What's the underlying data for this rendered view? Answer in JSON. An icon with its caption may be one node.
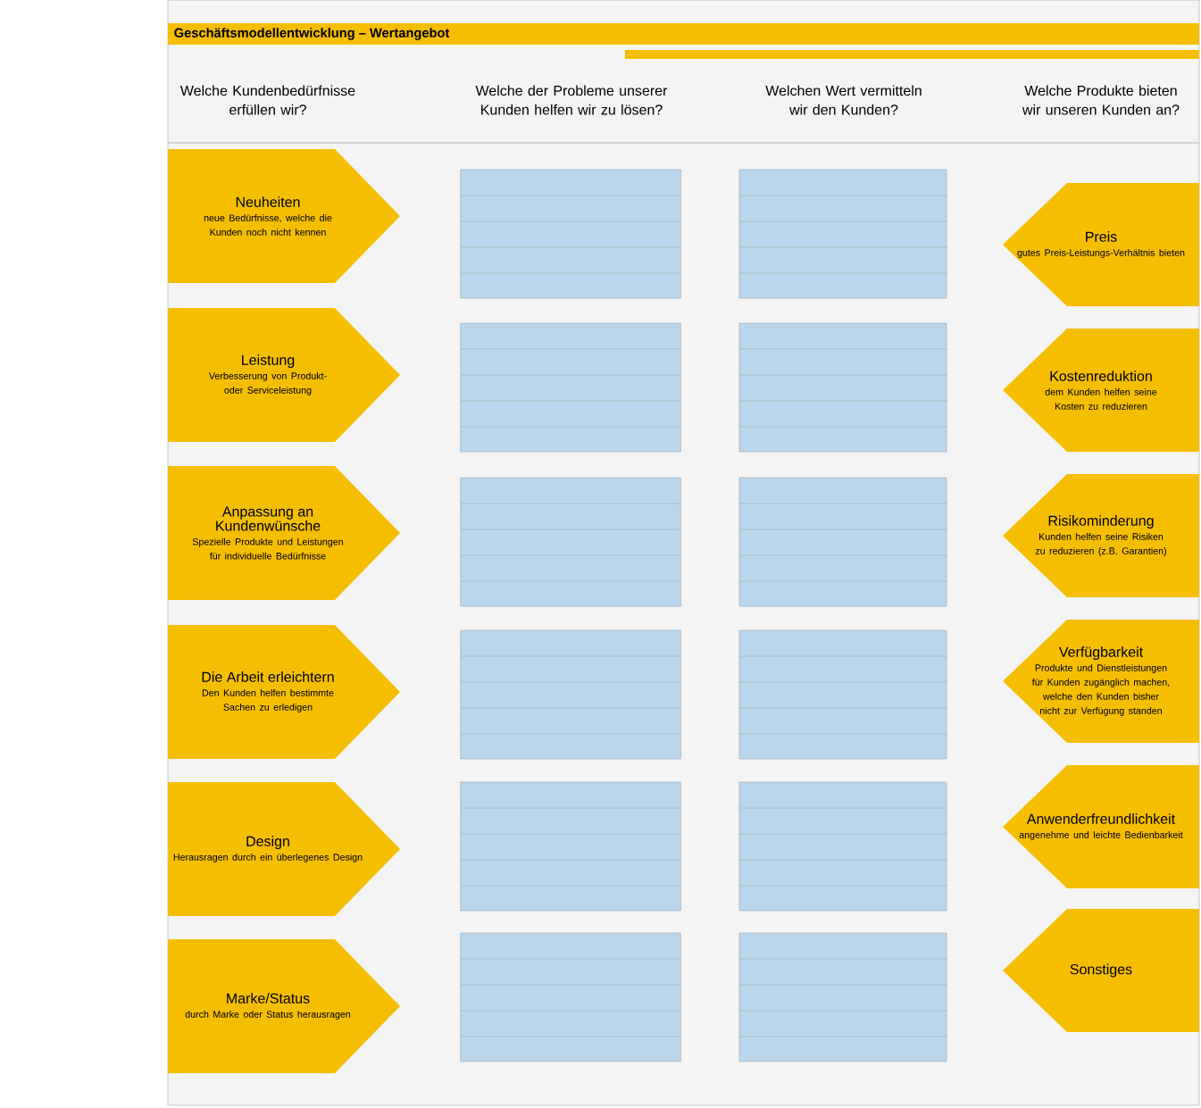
{
  "diagram": {
    "title": "Geschäftsmodellentwicklung – Wertangebot",
    "nodes": [
      {
        "text": [
          "Neuheiten",
          "neue Bedürfnisse, welche die Kunden noch nicht kennen"
        ]
      },
      {
        "text": [
          "Leistung",
          "Verbesserung von Produkt- oder Serviceleistung"
        ]
      },
      {
        "text": [
          "Anpassung an Kundenwünsche",
          "Spezielle Produkte und Leistungen für individuelle Bedürfnisse"
        ]
      },
      {
        "text": [
          "Die Arbeit erleichtern",
          "Den Kunden helfen bestimmte Sachen zu erledigen"
        ]
      },
      {
        "text": [
          "Design",
          "Herausragen durch ein überlegenes Design"
        ]
      },
      {
        "text": [
          "Marke/Status",
          "durch Marke oder Status herausragen"
        ]
      },
      {
        "text": [],
        "shape": "box"
      },
      {
        "text": [],
        "shape": "box"
      },
      {
        "text": [],
        "shape": "box"
      },
      {
        "text": [],
        "shape": "box"
      },
      {
        "text": [],
        "shape": "box"
      },
      {
        "text": [],
        "shape": "box"
      },
      {
        "text": [],
        "shape": "box"
      },
      {
        "text": [],
        "shape": "box"
      },
      {
        "text": [],
        "shape": "box"
      },
      {
        "text": [],
        "shape": "box"
      },
      {
        "text": [],
        "shape": "box"
      },
      {
        "text": [],
        "shape": "box"
      },
      {
        "text": [
          "Preis",
          "gutes Preis-Leistungs-Verhältnis bieten"
        ]
      },
      {
        "text": [
          "Kostenreduktion",
          "dem Kunden helfen seine Kosten zu reduzieren"
        ]
      },
      {
        "text": [
          "Risikominderung",
          "Kunden helfen seine Risiken zu reduzieren (z.B. Garantien)"
        ]
      },
      {
        "text": [
          "Verfügbarkeit",
          "Produkte und Dienstleistungen für Kunden zugänglich machen, welche den Kunden bisher nicht zur Verfügung standen"
        ]
      },
      {
        "text": [
          "Anwenderfreundlichkeit",
          "angenehme und leichte Bedienbarkeit"
        ]
      },
      {
        "text": [
          "Sonstiges"
        ]
      }
    ],
    "labels": [
      "Welche Kundenbedürfnisse erfüllen wir?",
      "Welche der Probleme unserer Kunden helfen wir zu lösen?",
      "Welchen Wert vermitteln wir den Kunden?",
      "Welche Produkte bieten wir unseren Kunden an?"
    ]
  }
}
